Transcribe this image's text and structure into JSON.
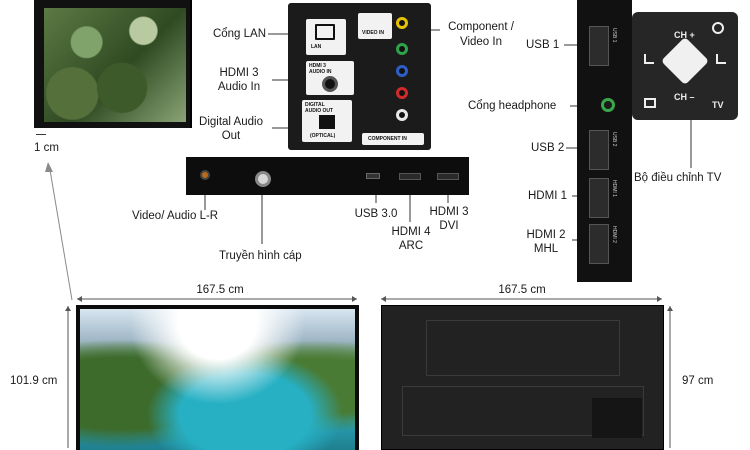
{
  "labels": {
    "lan_port": "Cổng LAN",
    "hdmi3_audio_in_1": "HDMI 3",
    "hdmi3_audio_in_2": "Audio In",
    "digital_audio_1": "Digital Audio",
    "digital_audio_2": "Out",
    "component_1": "Component /",
    "component_2": "Video In",
    "usb1": "USB 1",
    "headphone": "Cổng headphone",
    "usb2": "USB 2",
    "hdmi1": "HDMI 1",
    "hdmi2_1": "HDMI 2",
    "hdmi2_2": "MHL",
    "tv_controller": "Bộ điều chỉnh TV",
    "video_audio_lr": "Video/ Audio L-R",
    "usb30": "USB 3.0",
    "hdmi4_1": "HDMI 4",
    "hdmi4_2": "ARC",
    "hdmi3dvi_1": "HDMI 3",
    "hdmi3dvi_2": "DVI",
    "cable_tv": "Truyền hình cáp"
  },
  "dimensions": {
    "bezel": "1 cm",
    "width_front": "167.5 cm",
    "width_back": "167.5 cm",
    "height_front": "101.9 cm",
    "depth_back": "97 cm"
  },
  "panel_text": {
    "lan": "LAN",
    "hdmi_audio_in_1": "HDMI 3",
    "hdmi_audio_in_2": "AUDIO IN",
    "digital_out_1": "DIGITAL",
    "digital_out_2": "AUDIO OUT",
    "optical": "(OPTICAL)",
    "video_in": "VIDEO IN",
    "component_in": "COMPONENT IN"
  },
  "remote_text": {
    "ch_plus": "CH +",
    "ch_minus": "CH –",
    "tv": "TV"
  },
  "side_text": {
    "usb1": "USB 1",
    "usb2": "USB 2",
    "hdmi1": "HDMI 1",
    "hdmi2": "HDMI 2"
  }
}
